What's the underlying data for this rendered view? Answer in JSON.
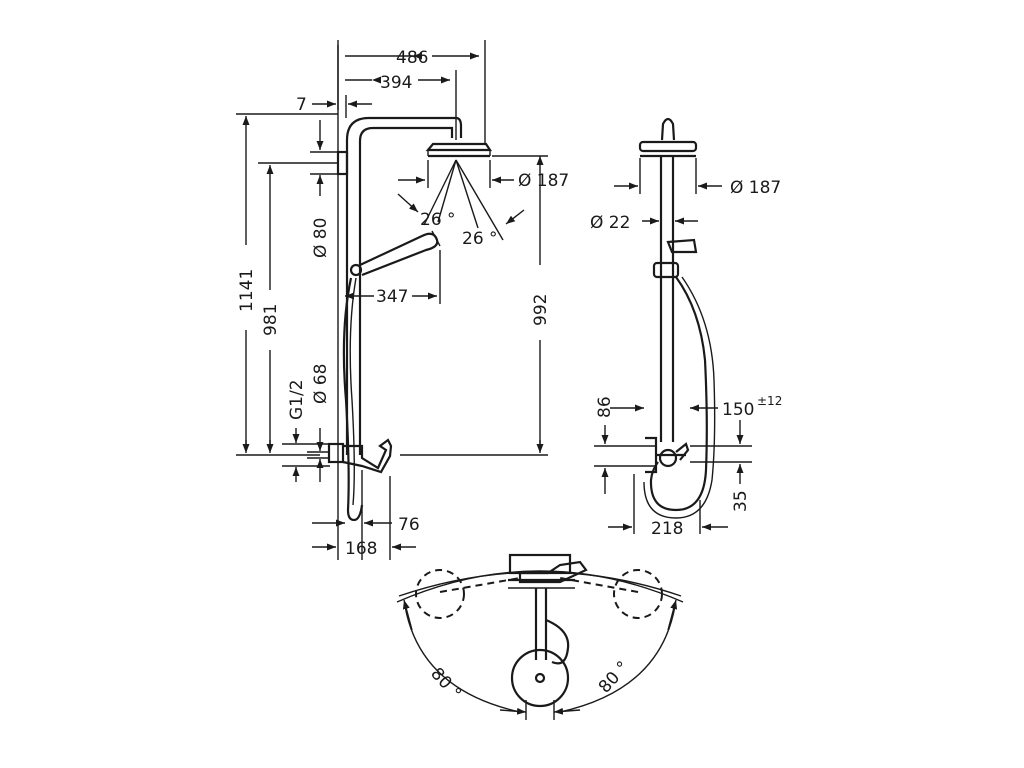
{
  "front_view": {
    "overall_width": "486",
    "head_offset": "394",
    "wall_gap": "7",
    "head_diameter": "Ø 187",
    "head_tilt_left": "26 °",
    "head_tilt_right": "26 °",
    "total_height": "1141",
    "bracket_height": "981",
    "bracket_diameter": "Ø 80",
    "head_height": "992",
    "hand_shower_reach": "347",
    "connection_thread": "G1/2",
    "escutcheon_diameter": "Ø 68",
    "mixer_projection": "76",
    "mixer_offset": "168"
  },
  "side_view": {
    "head_diameter": "Ø 187",
    "rail_diameter": "Ø 22",
    "mixer_height": "86",
    "slider_range": "150",
    "slider_tolerance": "±12",
    "lower_offset": "35",
    "depth": "218"
  },
  "top_view": {
    "swivel_left": "80 °",
    "swivel_right": "80 °"
  }
}
